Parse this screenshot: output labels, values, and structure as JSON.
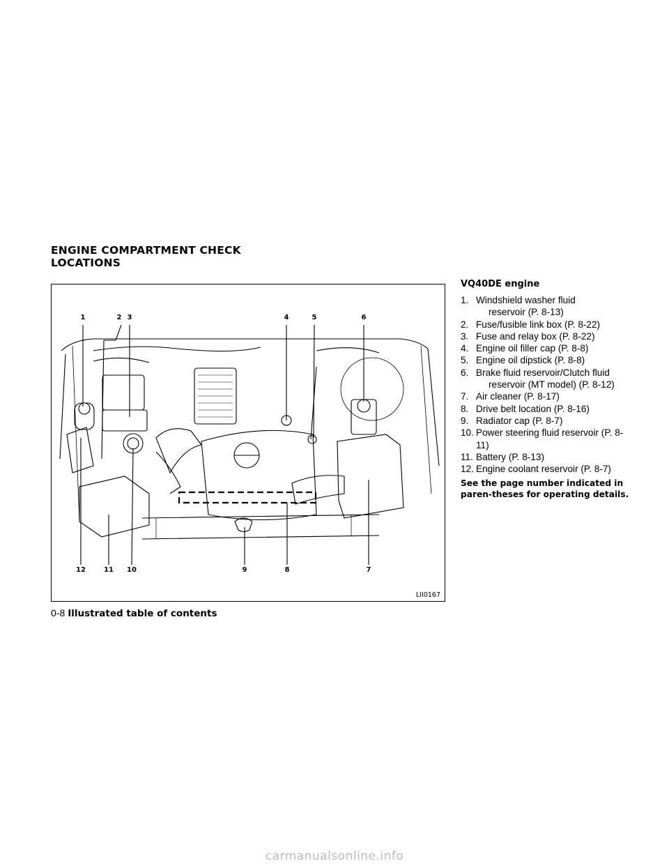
{
  "section_title": [
    "ENGINE COMPARTMENT CHECK",
    "LOCATIONS"
  ],
  "figure": {
    "id": "LII0167",
    "callouts_top": [
      "1",
      "2",
      "3",
      "4",
      "5",
      "6"
    ],
    "callouts_bottom": [
      "12",
      "11",
      "10",
      "9",
      "8",
      "7"
    ]
  },
  "engine": {
    "subheading": "VQ40DE engine",
    "items": [
      {
        "num": "1.",
        "text": "Windshield washer fluid",
        "cont": "reservoir (P. 8-13)"
      },
      {
        "num": "2.",
        "text": "Fuse/fusible link box (P. 8-22)"
      },
      {
        "num": "3.",
        "text": "Fuse and relay box (P. 8-22)"
      },
      {
        "num": "4.",
        "text": "Engine oil filler cap (P. 8-8)"
      },
      {
        "num": "5.",
        "text": "Engine oil dipstick (P. 8-8)"
      },
      {
        "num": "6.",
        "text": "Brake fluid reservoir/Clutch fluid",
        "cont": "reservoir (MT model) (P. 8-12)"
      },
      {
        "num": "7.",
        "text": "Air cleaner (P. 8-17)"
      },
      {
        "num": "8.",
        "text": "Drive belt location (P. 8-16)"
      },
      {
        "num": "9.",
        "text": "Radiator cap (P. 8-7)"
      },
      {
        "num": "10.",
        "text": "Power steering fluid reservoir (P. 8-11)"
      },
      {
        "num": "11.",
        "text": "Battery (P. 8-13)"
      },
      {
        "num": "12.",
        "text": "Engine coolant reservoir (P. 8-7)"
      }
    ],
    "note": "See the page number indicated in paren-theses for operating details."
  },
  "footer": {
    "page": "0-8",
    "title": "Illustrated table of contents"
  },
  "watermark": "carmanualsonline.info"
}
